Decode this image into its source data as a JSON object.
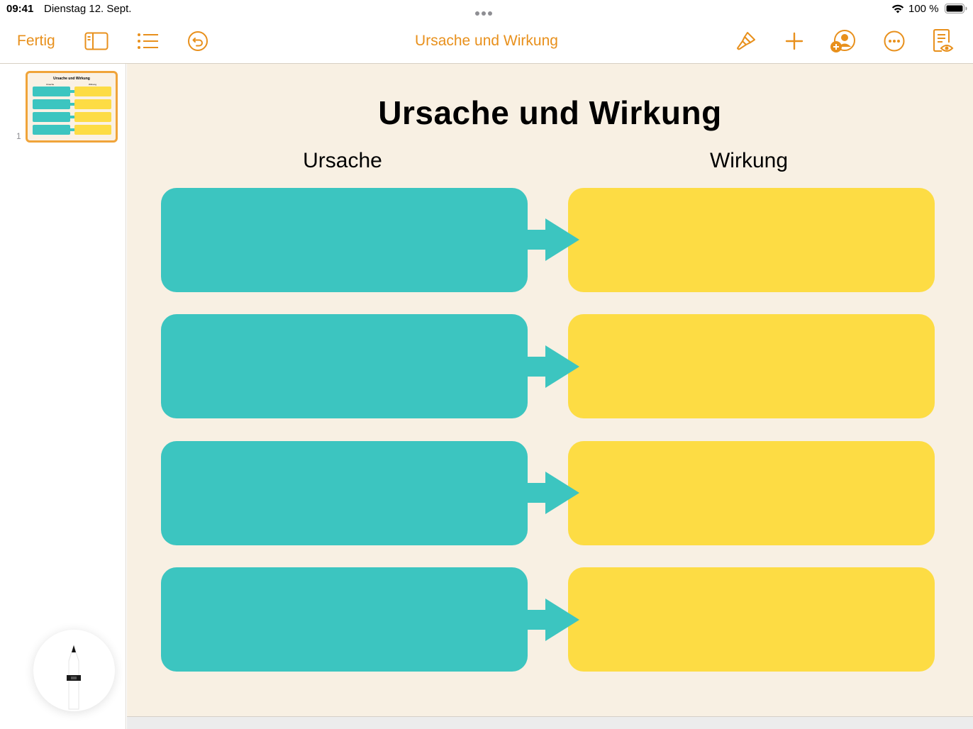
{
  "status_bar": {
    "time": "09:41",
    "date": "Dienstag 12. Sept.",
    "battery": "100 %"
  },
  "toolbar": {
    "done_label": "Fertig",
    "title": "Ursache und Wirkung",
    "icons": [
      "sidebar-icon",
      "list-icon",
      "undo-icon",
      "paintbrush-icon",
      "plus-icon",
      "collaborate-icon",
      "more-icon",
      "reader-view-icon"
    ],
    "accent_color": "#e8901c"
  },
  "sidebar": {
    "slides": [
      {
        "number": "1",
        "title": "Ursache und Wirkung",
        "col_cause": "Ursache",
        "col_effect": "Wirkung"
      }
    ]
  },
  "slide": {
    "title": "Ursache und Wirkung",
    "cause_label": "Ursache",
    "effect_label": "Wirkung",
    "rows": 4,
    "cause_color": "#3cc5c0",
    "effect_color": "#fddc44",
    "background_color": "#f8f0e3"
  }
}
